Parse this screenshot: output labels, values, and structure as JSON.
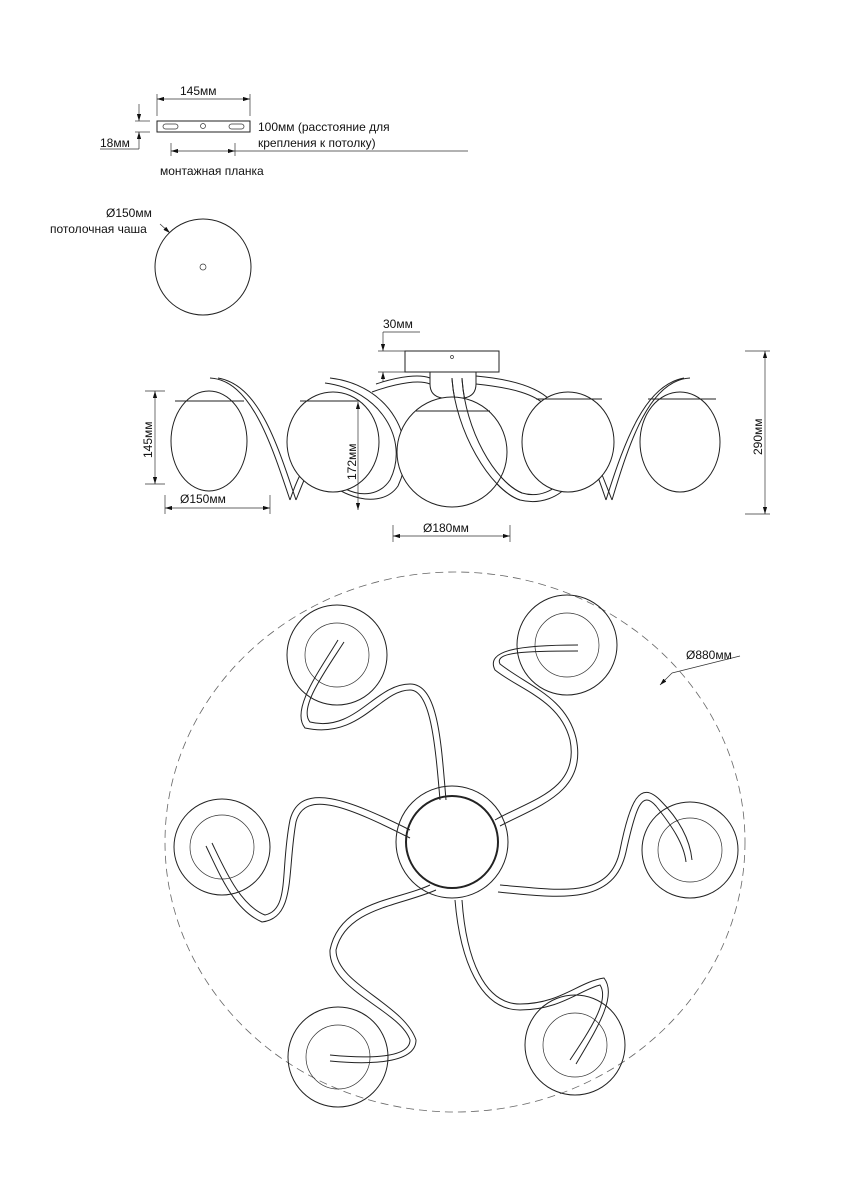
{
  "mounting_plate": {
    "width_label": "145мм",
    "height_label": "18мм",
    "spacing_label_line1": "100мм (расстояние для",
    "spacing_label_line2": "крепления к потолку)",
    "caption": "монтажная планка"
  },
  "ceiling_cup": {
    "diameter_label": "Ø150мм",
    "caption": "потолочная чаша"
  },
  "side_view": {
    "canopy_height_label": "30мм",
    "shade_height_label": "145мм",
    "shade_diameter_label": "Ø150мм",
    "center_drop_label": "172мм",
    "center_shade_diameter_label": "Ø180мм",
    "total_height_label": "290мм"
  },
  "top_view": {
    "overall_diameter_label": "Ø880мм"
  }
}
